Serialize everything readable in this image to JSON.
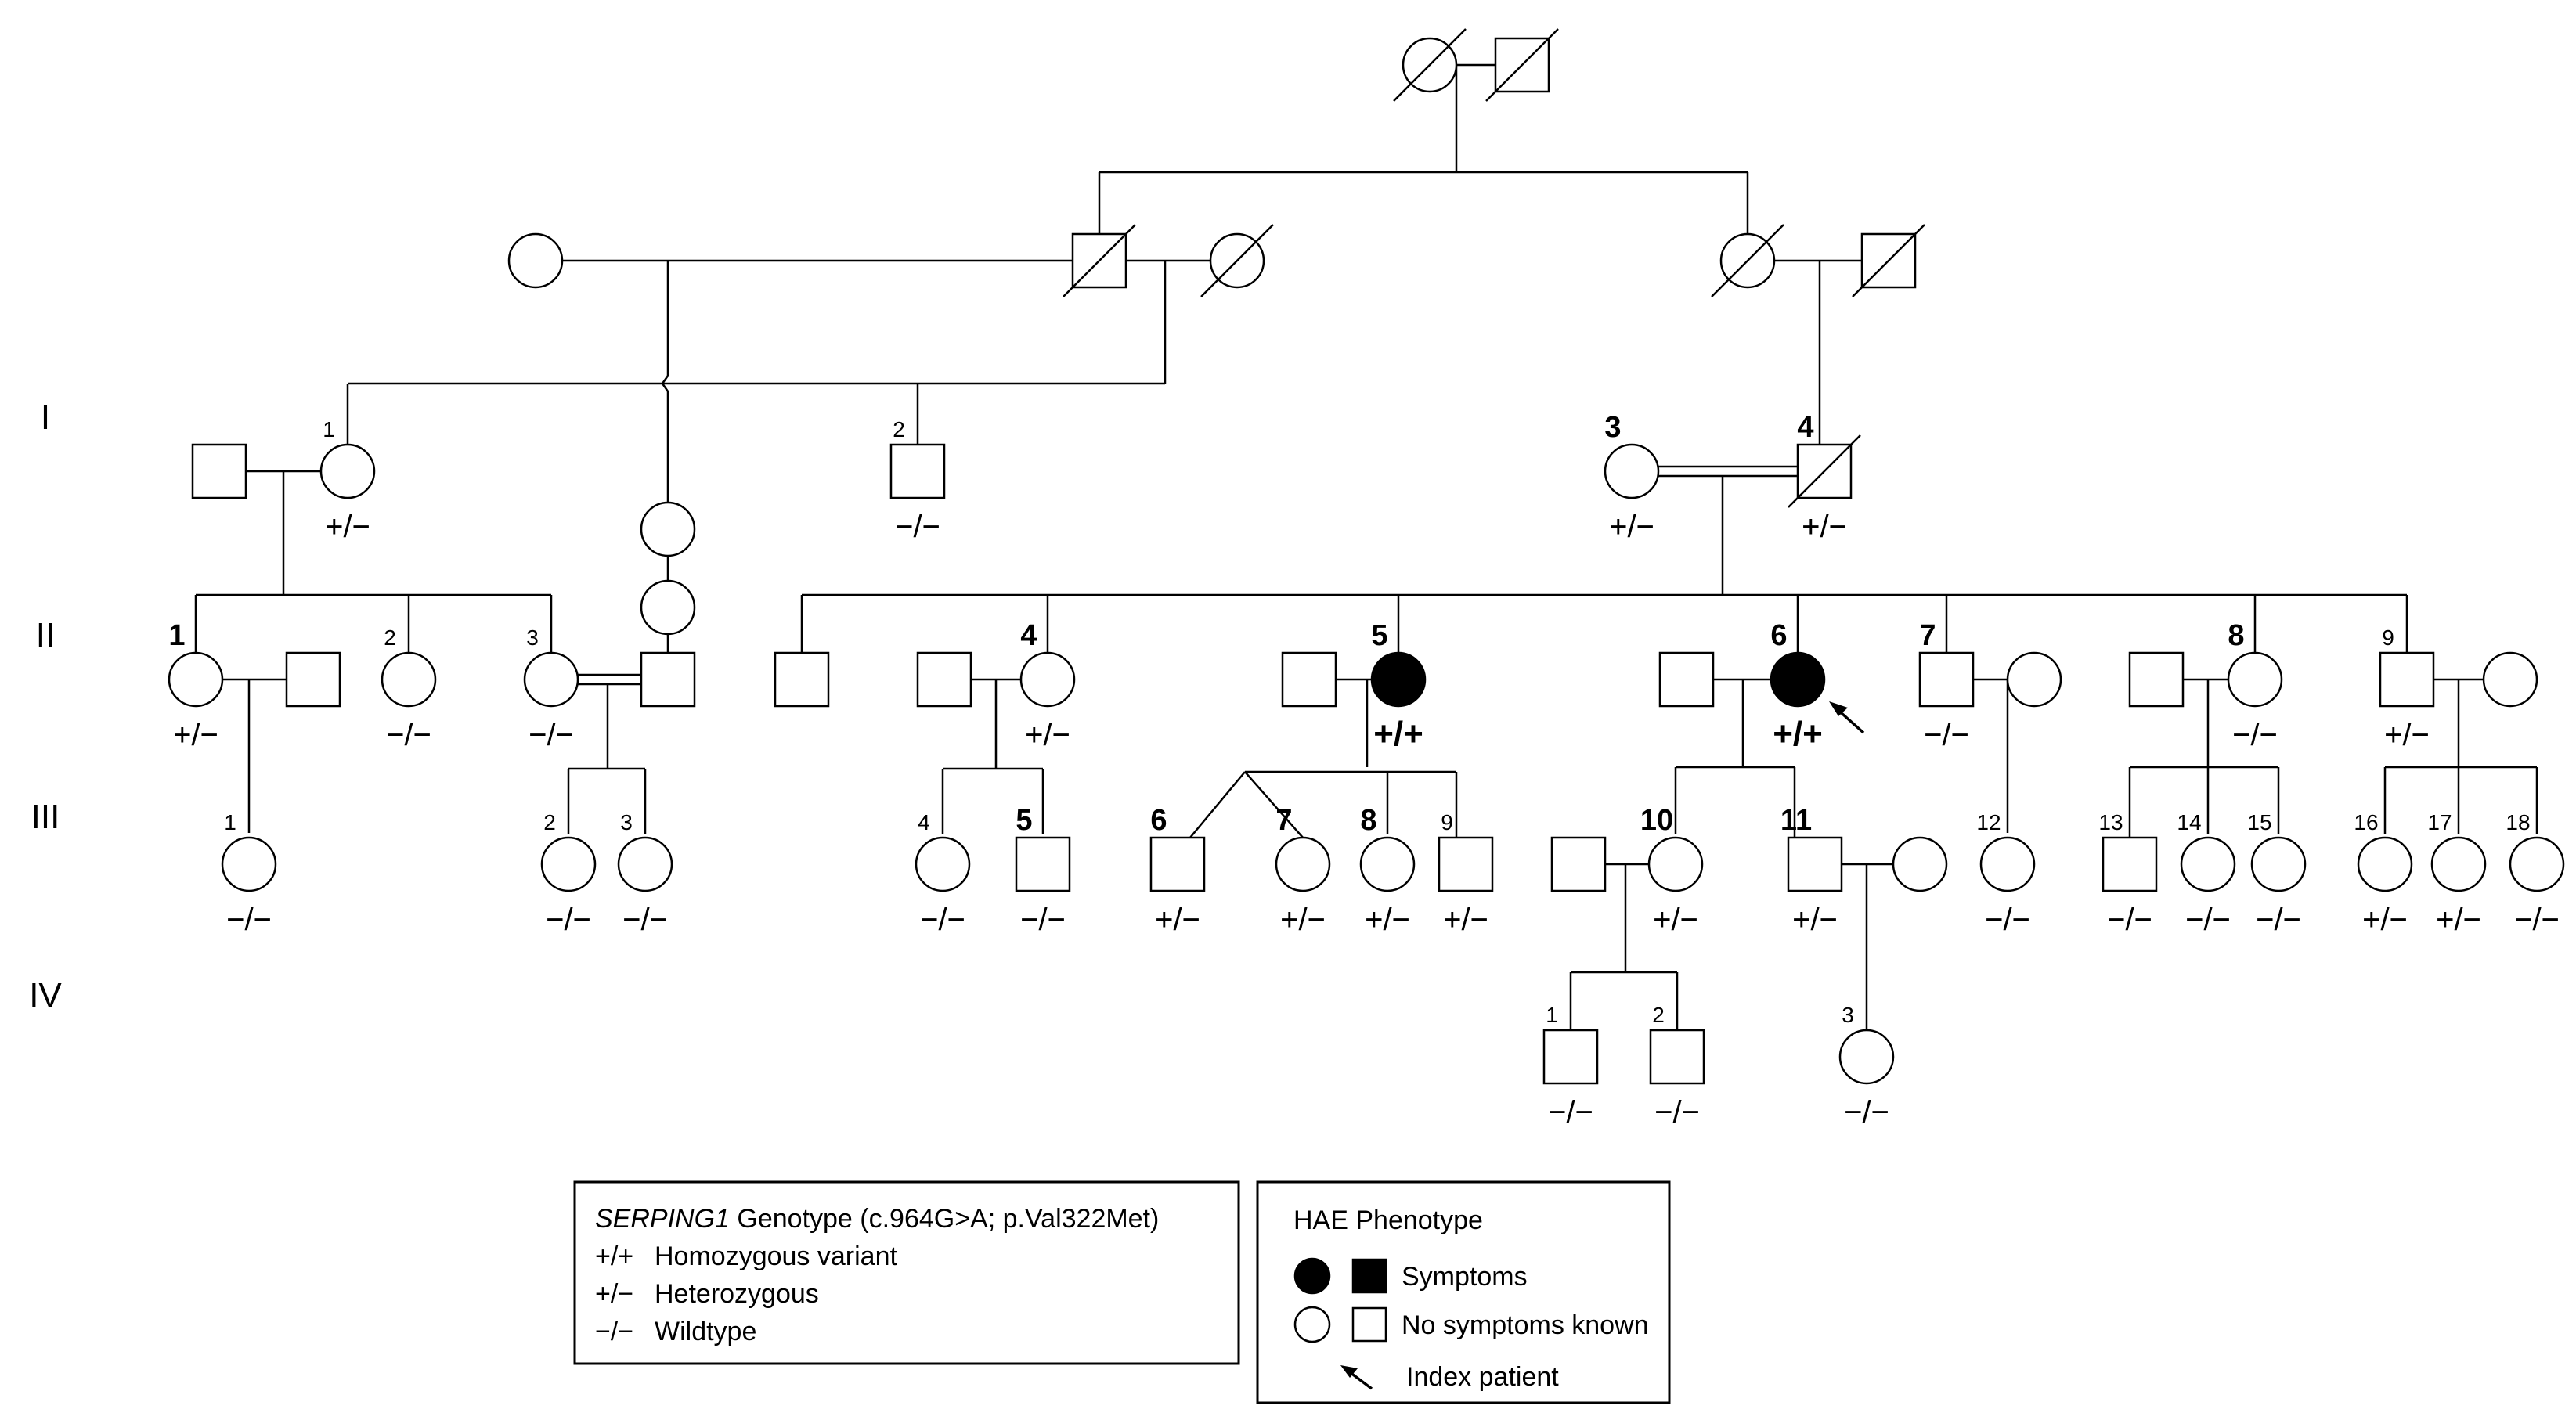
{
  "generations": [
    "I",
    "II",
    "III",
    "IV"
  ],
  "individuals": [
    {
      "id": "g0-f",
      "shape": "circle",
      "deceased": true
    },
    {
      "id": "g0-m",
      "shape": "square",
      "deceased": true
    },
    {
      "id": "g1-w1",
      "shape": "circle"
    },
    {
      "id": "g1-m",
      "shape": "square",
      "deceased": true
    },
    {
      "id": "g1-w2",
      "shape": "circle",
      "deceased": true
    },
    {
      "id": "g1-d",
      "shape": "circle",
      "deceased": true
    },
    {
      "id": "g1-dh",
      "shape": "square",
      "deceased": true
    },
    {
      "id": "I-sp1",
      "shape": "square"
    },
    {
      "id": "I-1",
      "shape": "circle",
      "label": "1",
      "genotype": "+/−"
    },
    {
      "id": "tw-a",
      "shape": "circle"
    },
    {
      "id": "tw-b",
      "shape": "circle"
    },
    {
      "id": "I-2",
      "shape": "square",
      "label": "2",
      "genotype": "−/−"
    },
    {
      "id": "I-3",
      "shape": "circle",
      "label": "3",
      "genotype": "+/−",
      "bold": true
    },
    {
      "id": "I-4",
      "shape": "square",
      "label": "4",
      "genotype": "+/−",
      "bold": true,
      "deceased": true
    },
    {
      "id": "II-1",
      "shape": "circle",
      "label": "1",
      "genotype": "+/−",
      "bold": true
    },
    {
      "id": "II-1sp",
      "shape": "square"
    },
    {
      "id": "II-2",
      "shape": "circle",
      "label": "2",
      "genotype": "−/−"
    },
    {
      "id": "II-3",
      "shape": "circle",
      "label": "3",
      "genotype": "−/−"
    },
    {
      "id": "II-3sp",
      "shape": "square"
    },
    {
      "id": "II-x",
      "shape": "square"
    },
    {
      "id": "II-4sp",
      "shape": "square"
    },
    {
      "id": "II-4",
      "shape": "circle",
      "label": "4",
      "genotype": "+/−",
      "bold": true
    },
    {
      "id": "II-5sp",
      "shape": "square"
    },
    {
      "id": "II-5",
      "shape": "circle",
      "label": "5",
      "genotype": "+/+",
      "bold": true,
      "affected": true
    },
    {
      "id": "II-6sp",
      "shape": "square"
    },
    {
      "id": "II-6",
      "shape": "circle",
      "label": "6",
      "genotype": "+/+",
      "bold": true,
      "affected": true,
      "index": true
    },
    {
      "id": "II-7",
      "shape": "square",
      "label": "7",
      "genotype": "−/−",
      "bold": true
    },
    {
      "id": "II-7sp",
      "shape": "circle"
    },
    {
      "id": "II-8sp",
      "shape": "square"
    },
    {
      "id": "II-8",
      "shape": "circle",
      "label": "8",
      "genotype": "−/−",
      "bold": true
    },
    {
      "id": "II-9",
      "shape": "square",
      "label": "9",
      "genotype": "+/−"
    },
    {
      "id": "II-9sp",
      "shape": "circle"
    },
    {
      "id": "III-1",
      "shape": "circle",
      "label": "1",
      "genotype": "−/−"
    },
    {
      "id": "III-2",
      "shape": "circle",
      "label": "2",
      "genotype": "−/−"
    },
    {
      "id": "III-3",
      "shape": "circle",
      "label": "3",
      "genotype": "−/−"
    },
    {
      "id": "III-4",
      "shape": "circle",
      "label": "4",
      "genotype": "−/−"
    },
    {
      "id": "III-5",
      "shape": "square",
      "label": "5",
      "genotype": "−/−",
      "bold": true
    },
    {
      "id": "III-6",
      "shape": "square",
      "label": "6",
      "genotype": "+/−",
      "bold": true
    },
    {
      "id": "III-7",
      "shape": "circle",
      "label": "7",
      "genotype": "+/−",
      "bold": true
    },
    {
      "id": "III-8",
      "shape": "circle",
      "label": "8",
      "genotype": "+/−",
      "bold": true
    },
    {
      "id": "III-9",
      "shape": "square",
      "label": "9",
      "genotype": "+/−"
    },
    {
      "id": "III-10sp",
      "shape": "square"
    },
    {
      "id": "III-10",
      "shape": "circle",
      "label": "10",
      "genotype": "+/−",
      "bold": true
    },
    {
      "id": "III-11",
      "shape": "square",
      "label": "11",
      "genotype": "+/−",
      "bold": true
    },
    {
      "id": "III-11sp",
      "shape": "circle"
    },
    {
      "id": "III-12",
      "shape": "circle",
      "label": "12",
      "genotype": "−/−"
    },
    {
      "id": "III-13",
      "shape": "square",
      "label": "13",
      "genotype": "−/−"
    },
    {
      "id": "III-14",
      "shape": "circle",
      "label": "14",
      "genotype": "−/−"
    },
    {
      "id": "III-15",
      "shape": "circle",
      "label": "15",
      "genotype": "−/−"
    },
    {
      "id": "III-16",
      "shape": "circle",
      "label": "16",
      "genotype": "+/−"
    },
    {
      "id": "III-17",
      "shape": "circle",
      "label": "17",
      "genotype": "+/−"
    },
    {
      "id": "III-18",
      "shape": "circle",
      "label": "18",
      "genotype": "−/−"
    },
    {
      "id": "IV-1",
      "shape": "square",
      "label": "1",
      "genotype": "−/−"
    },
    {
      "id": "IV-2",
      "shape": "square",
      "label": "2",
      "genotype": "−/−"
    },
    {
      "id": "IV-3",
      "shape": "circle",
      "label": "3",
      "genotype": "−/−"
    }
  ],
  "legend_genotype": {
    "title_gene": "SERPING1",
    "title_rest": " Genotype (c.964G>A; p.Val322Met)",
    "rows": [
      {
        "code": "+/+",
        "text": "Homozygous variant"
      },
      {
        "code": "+/−",
        "text": "Heterozygous"
      },
      {
        "code": "−/−",
        "text": "Wildtype"
      }
    ]
  },
  "legend_phenotype": {
    "title": "HAE Phenotype",
    "symptoms": "Symptoms",
    "no_symptoms": "No symptoms known",
    "index": "Index patient"
  },
  "colors": {
    "line": "#000000",
    "affected_fill": "#000000",
    "unaffected_fill": "#ffffff"
  }
}
